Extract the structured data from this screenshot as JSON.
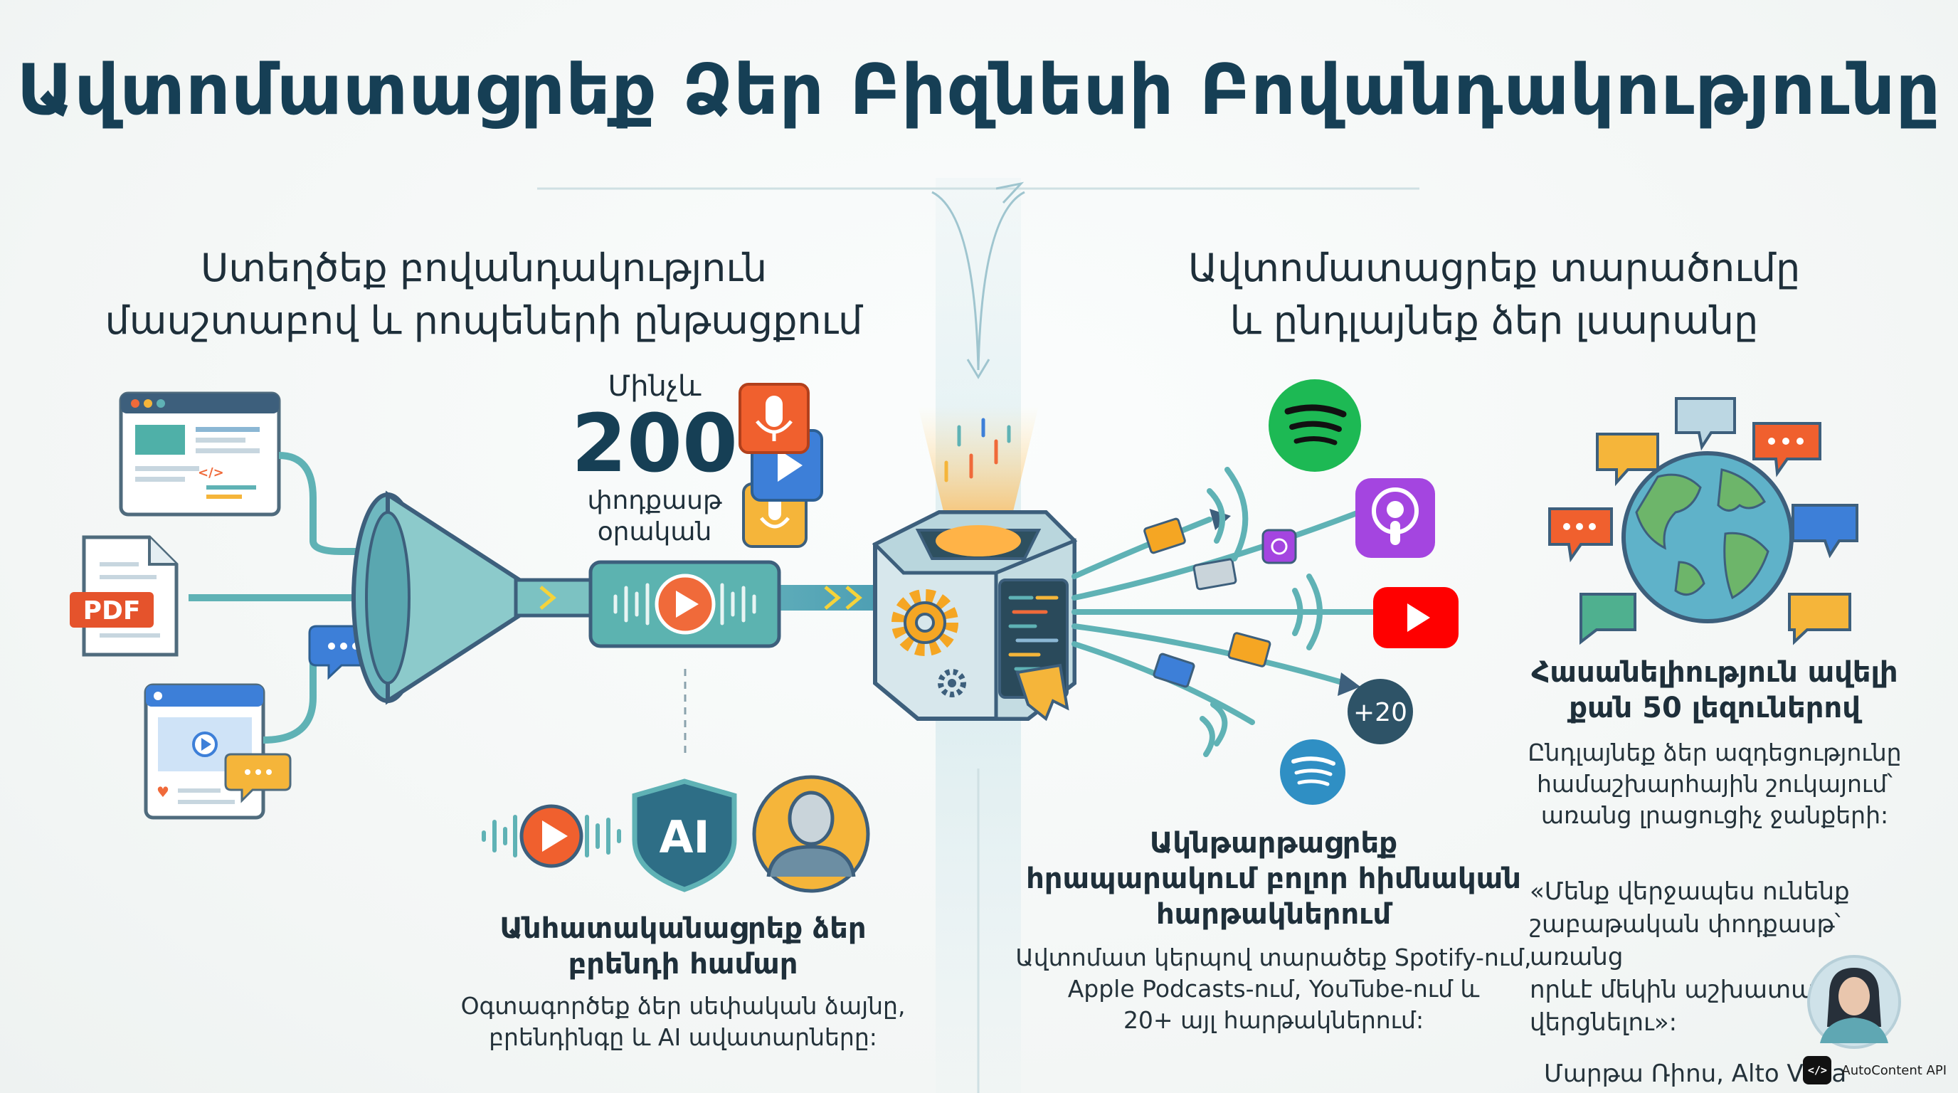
{
  "title": "Ավտոմատացրեք Ձեր Բիզնեսի Բովանդակությունը",
  "left_section": {
    "heading_line1": "Ստեղծեք բովանդակություն",
    "heading_line2": "մասշտաբով և րոպեների ընթացքում",
    "pdf_label": "PDF",
    "counter": {
      "prefix": "Մինչև",
      "value": "200",
      "line1": "փոդքասթ",
      "line2": "օրական"
    },
    "brand": {
      "ai_label": "AI",
      "title_line1": "Անհատականացրեք ձեր",
      "title_line2": "բրենդի համար",
      "desc_line1": "Օգտագործեք ձեր սեփական ձայնը,",
      "desc_line2": "բրենդինգը և AI ավատարները:"
    }
  },
  "right_section": {
    "heading_line1": "Ավտոմատացրեք տարածումը",
    "heading_line2": "և ընդլայնեք ձեր լսարանը",
    "more_platforms": "+20",
    "publish": {
      "title_line1": "Ակնթարթացրեք",
      "title_line2": "հրապարակում բոլոր հիմնական",
      "title_line3": "հարթակներում",
      "desc_line1": "Ավտոմատ կերպով տարածեք Spotify-ում,",
      "desc_line2": "Apple Podcasts-ում, YouTube-ում և",
      "desc_line3": "20+ այլ հարթակներում:"
    },
    "languages": {
      "title_line1": "Հասանելիություն ավելի",
      "title_line2": "քան 50 լեզուներով",
      "desc_line1": "Ընդլայնեք ձեր ազդեցությունը",
      "desc_line2": "համաշխարհային շուկայում՝",
      "desc_line3": "առանց լրացուցիչ ջանքերի:"
    },
    "testimonial": {
      "line1": "«Մենք վերջապես ունենք",
      "line2": "շաբաթական փոդքասթ՝ առանց",
      "line3": "որևէ մեկին աշխատանքի",
      "line4": "վերցնելու»:",
      "author": "Մարթա Ռիոս, Alto Vista"
    }
  },
  "footer": {
    "badge_icon": "</>",
    "badge_text": "AutoContent API"
  },
  "icons": [
    "webpage-icon",
    "pdf-document-icon",
    "chat-bubble-icon",
    "social-post-icon",
    "funnel-icon",
    "media-player-icon",
    "microphone-icon",
    "play-icon",
    "podcast-mic-icon",
    "automation-cube-icon",
    "gear-icon",
    "spotify-icon",
    "apple-podcasts-icon",
    "youtube-icon",
    "globe-icon",
    "ai-shield-icon",
    "avatar-icon",
    "user-photo-icon"
  ],
  "colors": {
    "title": "#163f55",
    "teal": "#5fb2b5",
    "spotify": "#1db954",
    "youtube": "#ff0000",
    "apple_podcasts": "#a445e0",
    "orange": "#f06a3a"
  }
}
